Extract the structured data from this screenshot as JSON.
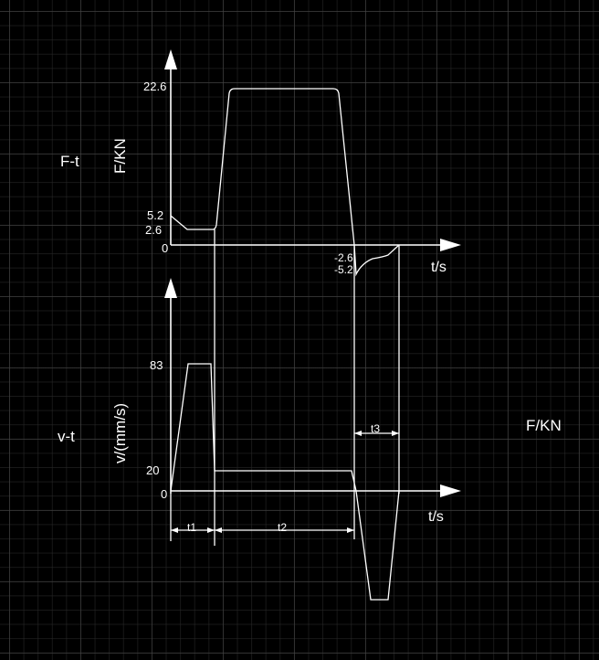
{
  "ft": {
    "name": "F-t",
    "ylabel": "F/KN",
    "xlabel": "t/s",
    "ticks": {
      "y1": "22.6",
      "y2": "5.2",
      "y3": "2.6",
      "y0": "0",
      "yn1": "-2.6",
      "yn2": "-5.2"
    }
  },
  "vt": {
    "name": "v-t",
    "ylabel": "v/(mm/s)",
    "xlabel": "t/s",
    "ticks": {
      "y1": "83",
      "y2": "20",
      "y0": "0"
    }
  },
  "intervals": {
    "t1": "t1",
    "t2": "t2",
    "t3": "t3"
  },
  "side_label": "F/KN"
}
